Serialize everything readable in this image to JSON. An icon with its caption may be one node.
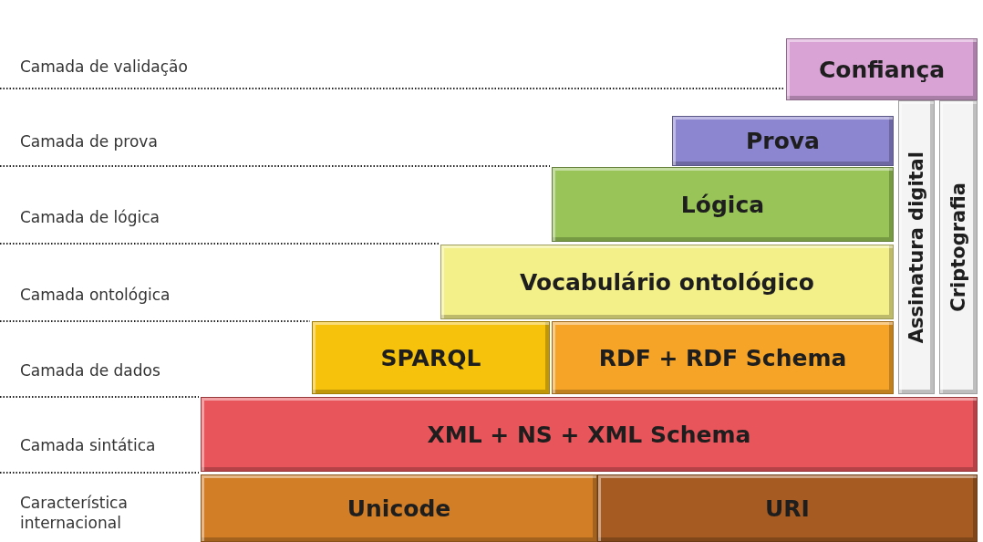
{
  "diagram": {
    "nodes": [
      {
        "text": [
          "Confiança"
        ]
      },
      {
        "text": [
          "Prova"
        ]
      },
      {
        "text": [
          "Assinatura digital"
        ]
      },
      {
        "text": [
          "Criptografia"
        ]
      },
      {
        "text": [
          "Lógica"
        ]
      },
      {
        "text": [
          "Vocabulário ontológico"
        ]
      },
      {
        "text": [
          "SPARQL"
        ]
      },
      {
        "text": [
          "RDF + RDF Schema"
        ]
      },
      {
        "text": [
          "XML + NS + XML Schema"
        ]
      },
      {
        "text": [
          "Unicode"
        ]
      },
      {
        "text": [
          "URI"
        ]
      }
    ],
    "edges": [],
    "labels": [
      "Camada de validação",
      "Camada de prova",
      "Camada de lógica",
      "Camada ontológica",
      "Camada de dados",
      "Camada sintática",
      "Característica internacional"
    ]
  }
}
